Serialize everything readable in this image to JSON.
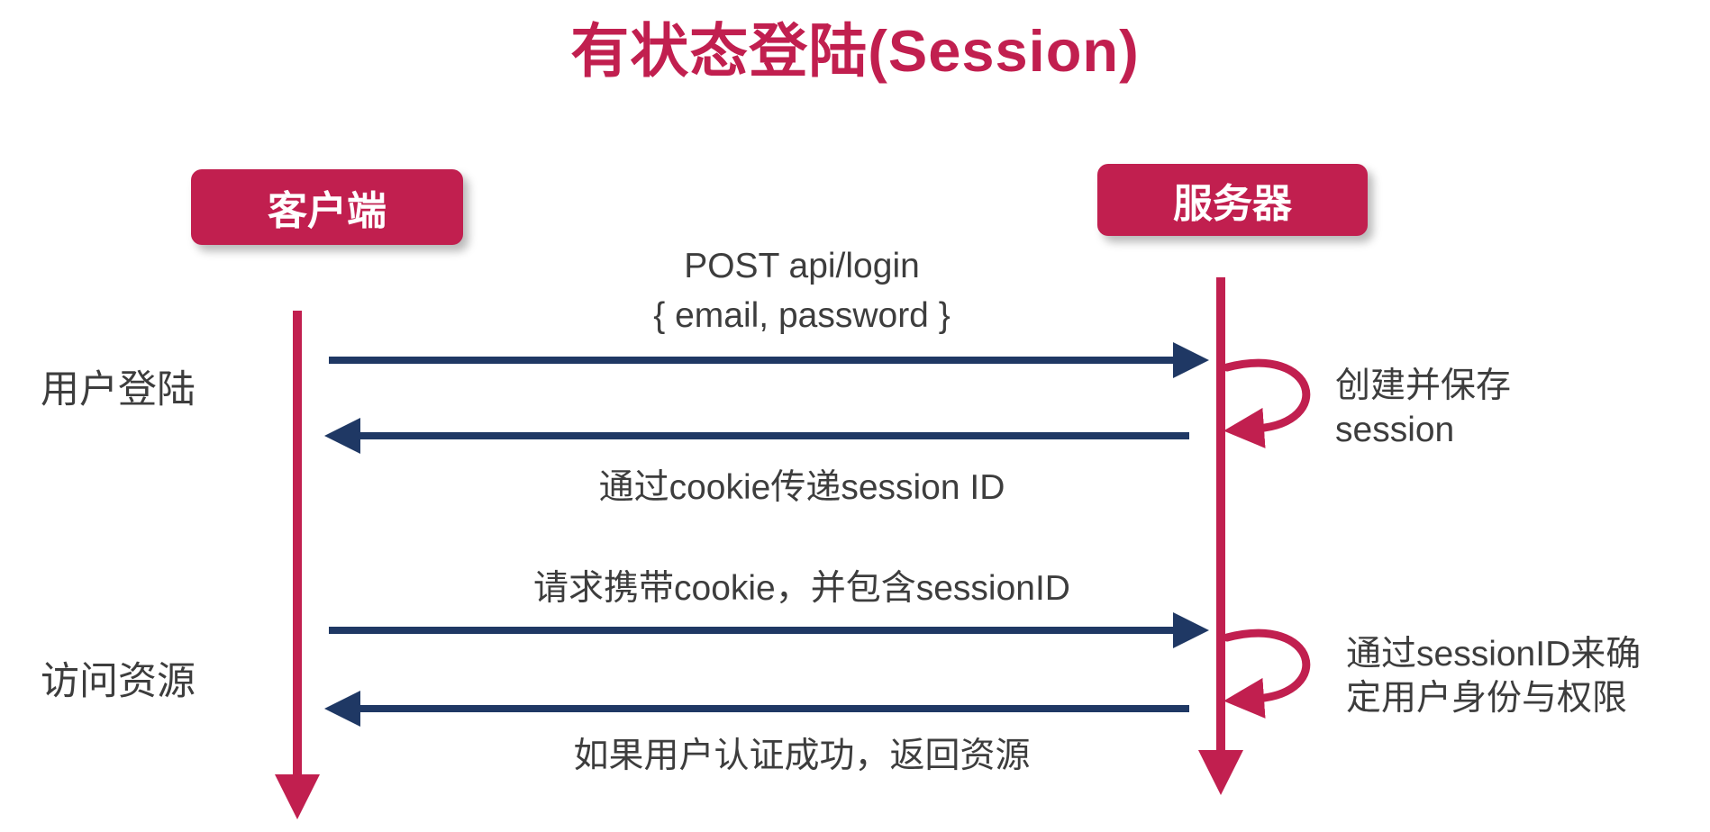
{
  "title": "有状态登陆(Session)",
  "actors": {
    "client": "客户端",
    "server": "服务器"
  },
  "phase_labels": {
    "login": "用户登陆",
    "access": "访问资源"
  },
  "messages": {
    "login_request": [
      "POST api/login",
      "{ email, password }"
    ],
    "login_response": "通过cookie传递session ID",
    "access_request": "请求携带cookie，并包含sessionID",
    "access_response": "如果用户认证成功，返回资源"
  },
  "server_notes": {
    "create_session": [
      "创建并保存",
      "session"
    ],
    "verify_session": [
      "通过sessionID来确",
      "定用户身份与权限"
    ]
  },
  "colors": {
    "crimson": "#C11F4F",
    "navy": "#1F3864",
    "text": "#3D3D3D",
    "background": "#FFFFFF"
  }
}
